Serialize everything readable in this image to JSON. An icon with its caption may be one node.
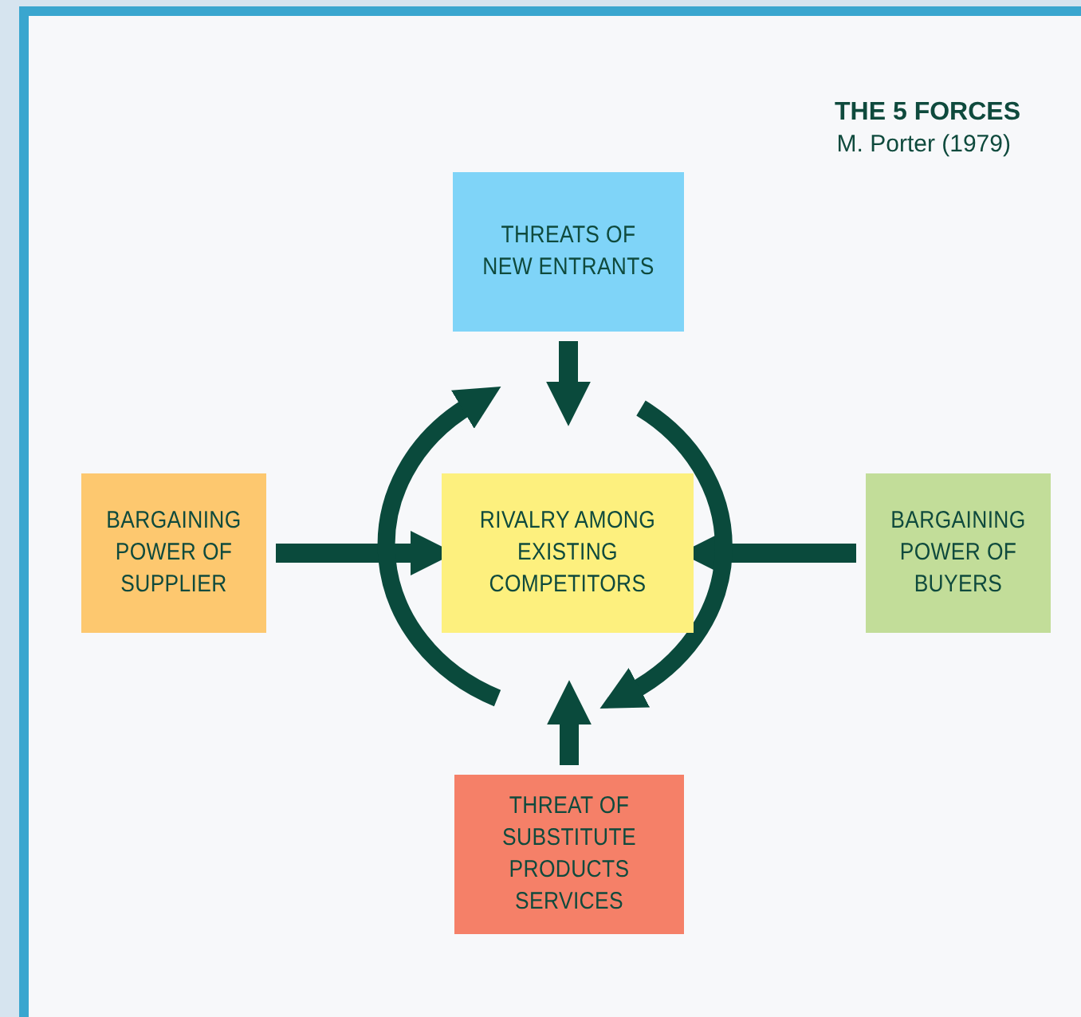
{
  "diagram": {
    "title": "THE 5 FORCES",
    "nodes": [
      {
        "text": [
          "THREATS OF NEW ENTRANTS"
        ]
      },
      {
        "text": [
          "BARGAINING POWER OF SUPPLIER"
        ]
      },
      {
        "text": [
          "RIVALRY AMONG EXISTING COMPETITORS"
        ]
      },
      {
        "text": [
          "BARGAINING POWER OF BUYERS"
        ]
      },
      {
        "text": [
          "THREAT OF SUBSTITUTE PRODUCTS SERVICES"
        ]
      }
    ],
    "edges": [
      {
        "from": 0,
        "to": 2,
        "arrow": "to"
      },
      {
        "from": 1,
        "to": 2,
        "arrow": "to"
      },
      {
        "from": 3,
        "to": 2,
        "arrow": "to"
      },
      {
        "from": 4,
        "to": 2,
        "arrow": "to"
      }
    ],
    "labels": [
      "M. Porter (1979)"
    ]
  }
}
